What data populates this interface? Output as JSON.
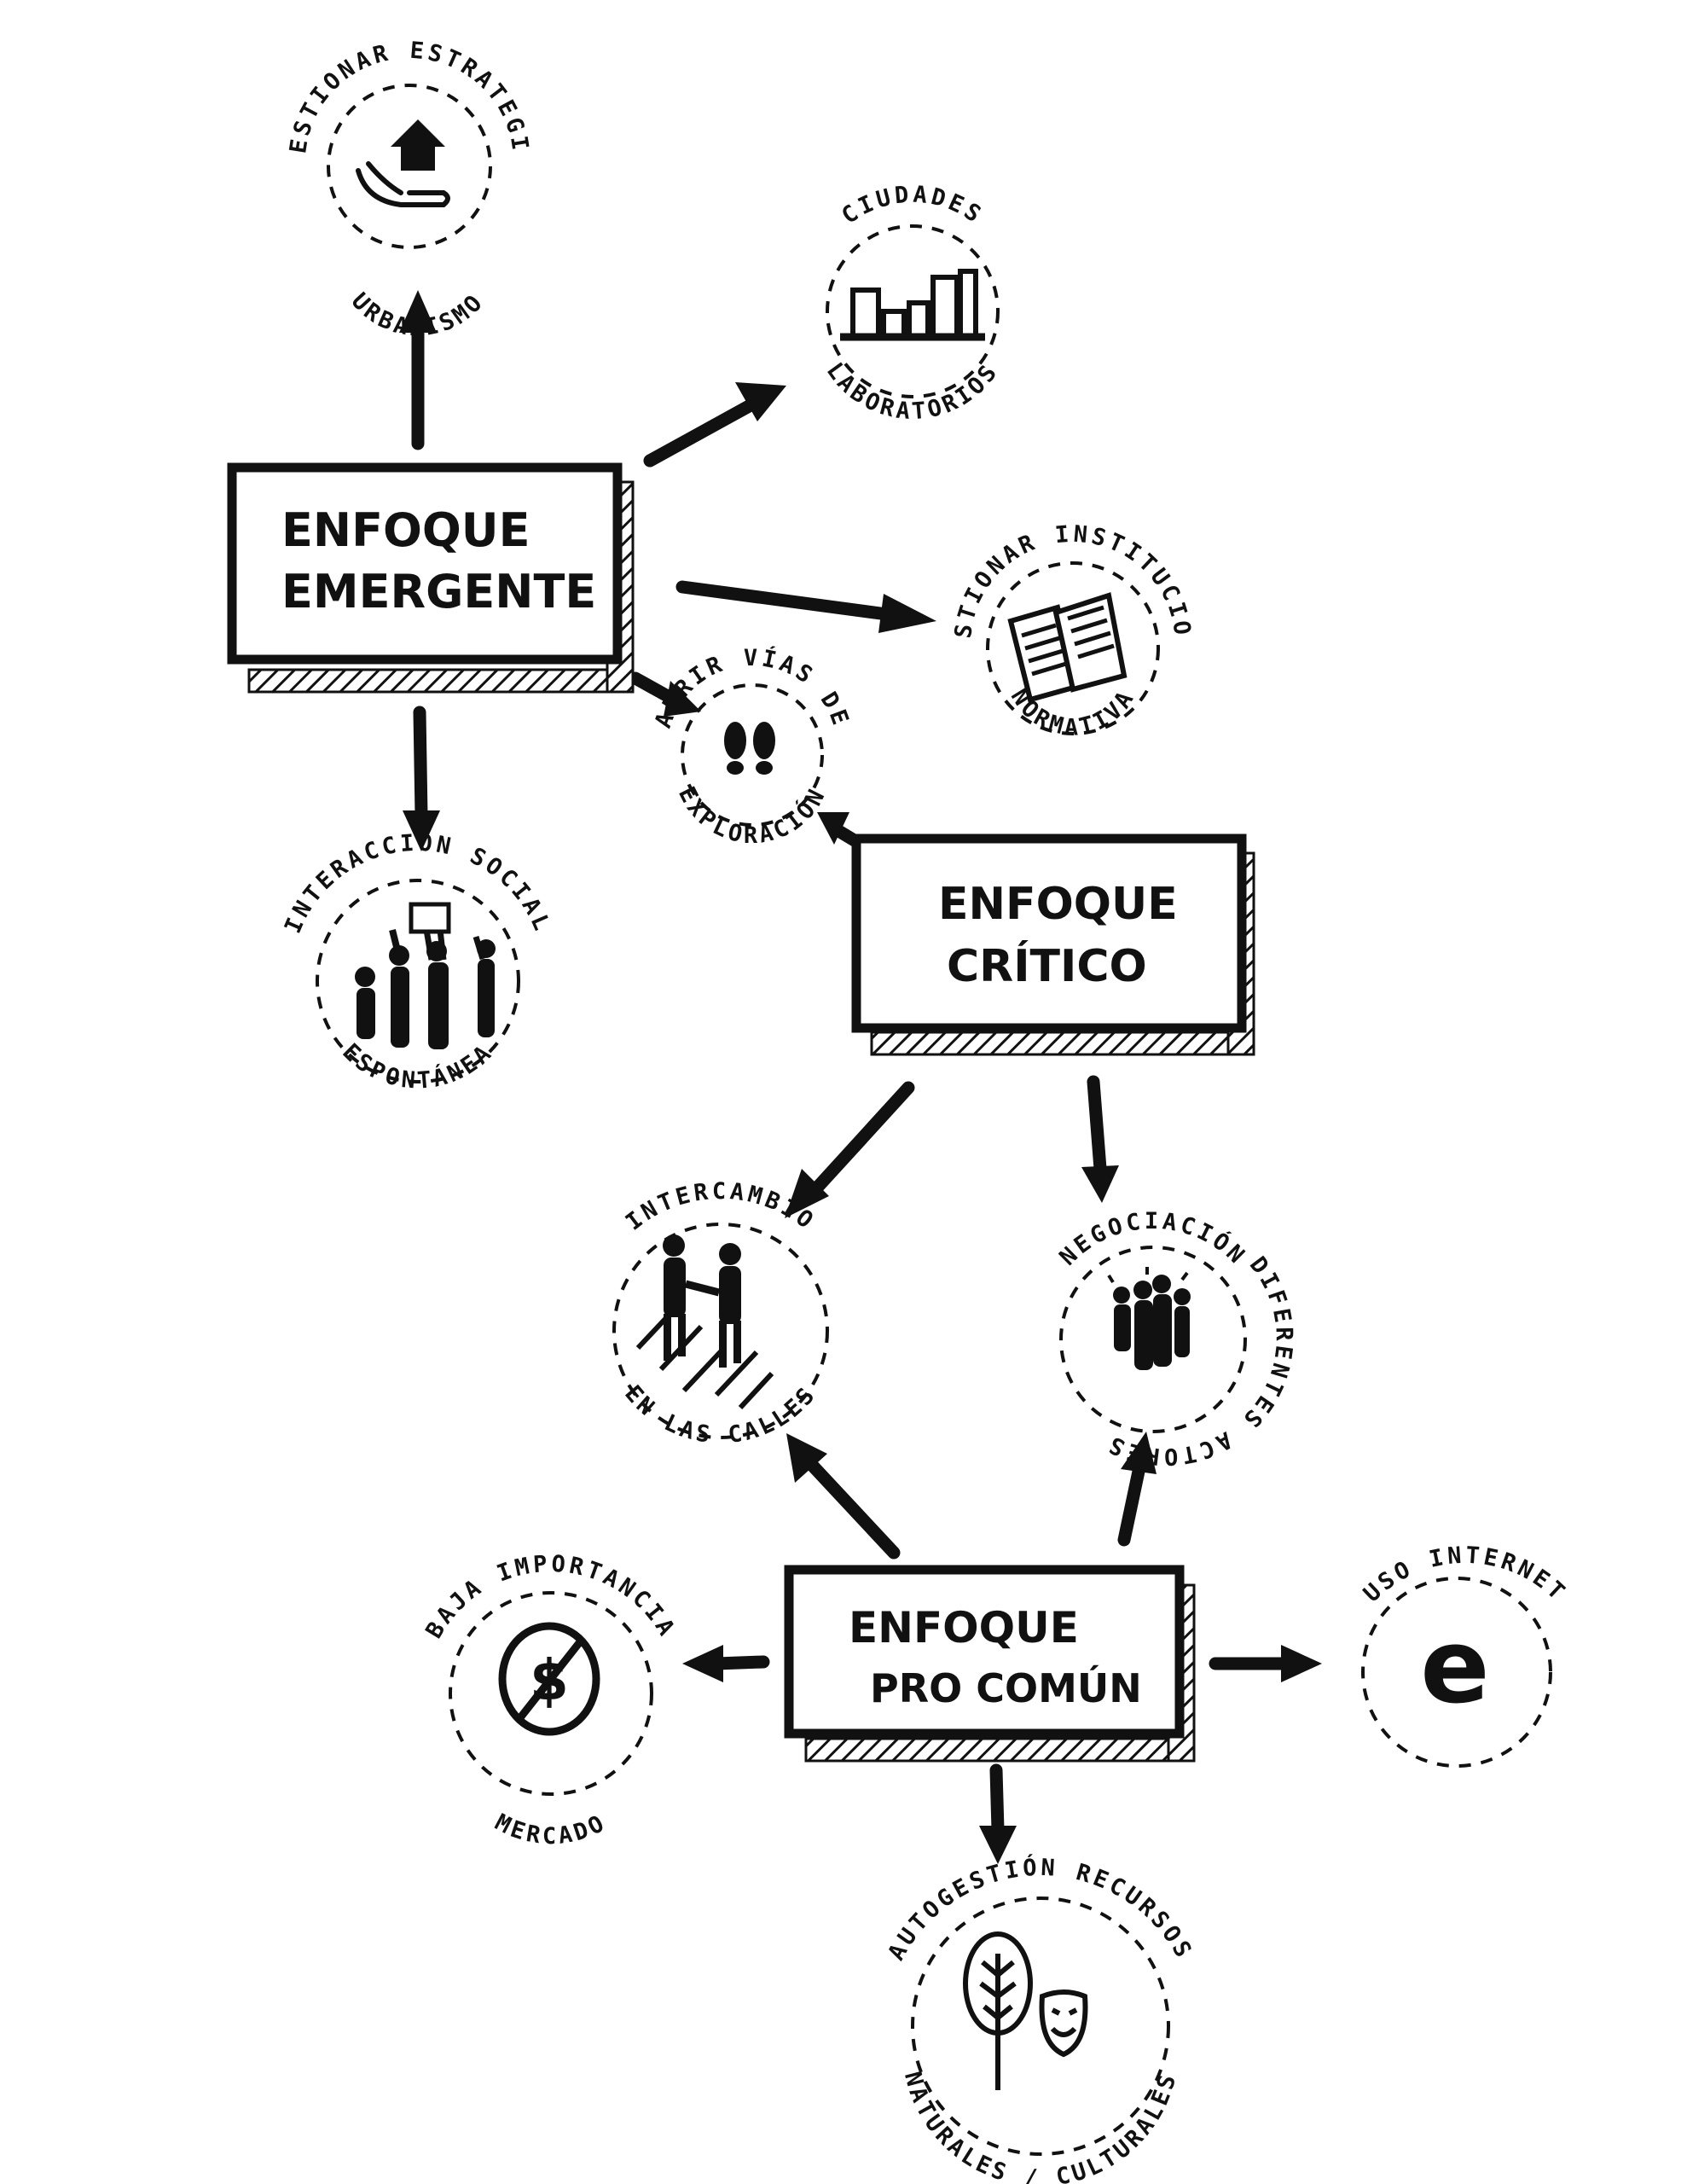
{
  "approaches": {
    "emergente": {
      "line1": "ENFOQUE",
      "line2": "EMERGENTE"
    },
    "critico": {
      "line1": "ENFOQUE",
      "line2": "CRÍTICO"
    },
    "procomun": {
      "line1": "ENFOQUE",
      "line2": "PRO COMÚN"
    }
  },
  "concepts": {
    "urbanismo": {
      "top": "CUESTIONAR ESTRATEGIAS",
      "bottom": "URBANISMO",
      "icon": "house-in-hand-icon"
    },
    "ciudades": {
      "top": "CIUDADES",
      "bottom": "LABORATORIOS",
      "icon": "city-skyline-icon"
    },
    "instituciones": {
      "top": "CUESTIONAR INSTITUCIONES",
      "bottom": "NORMATIVA",
      "icon": "documents-icon"
    },
    "exploracion": {
      "top": "ABRIR VÍAS DE",
      "bottom": "EXPLORACIÓN",
      "icon": "footprints-icon"
    },
    "interaccion": {
      "top": "INTERACCIÓN SOCIAL",
      "bottom": "ESPONTÁNEA",
      "icon": "protest-crowd-icon"
    },
    "intercambio": {
      "top": "INTERCAMBIO",
      "bottom": "EN LAS CALLES",
      "icon": "handshake-crosswalk-icon"
    },
    "negociacion": {
      "top": "NEGOCIACIÓN",
      "right": "DIFERENTES ACTORES",
      "icon": "people-group-icon"
    },
    "mercado": {
      "top": "BAJA IMPORTANCIA",
      "bottom": "MERCADO",
      "icon": "no-money-icon"
    },
    "internet": {
      "top": "USO INTERNET",
      "letter": "e",
      "icon": "internet-e-icon"
    },
    "recursos": {
      "top": "AUTOGESTIÓN RECURSOS",
      "bottom": "NATURALES / CULTURALES",
      "icon": "tree-mask-icon"
    }
  }
}
